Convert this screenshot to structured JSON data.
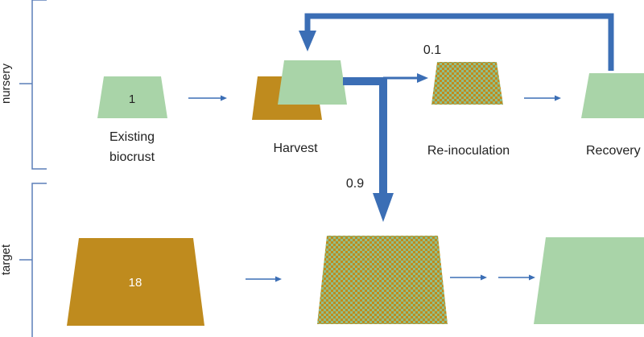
{
  "rows": {
    "nursery": "nursery",
    "target": "target"
  },
  "stages": {
    "existing_line1": "Existing",
    "existing_line2": "biocrust",
    "harvest": "Harvest",
    "reinoculation": "Re-inoculation",
    "recovery": "Recovery"
  },
  "values": {
    "existing_nursery": "1",
    "existing_target": "18",
    "to_reinoculation": "0.1",
    "to_target": "0.9"
  },
  "colors": {
    "light_green": "#a9d4a8",
    "ochre": "#bf8b1e",
    "arrow_blue": "#3b6eb5",
    "bracket": "#5b7fb8",
    "pattern_green": "#8fbf8a"
  }
}
